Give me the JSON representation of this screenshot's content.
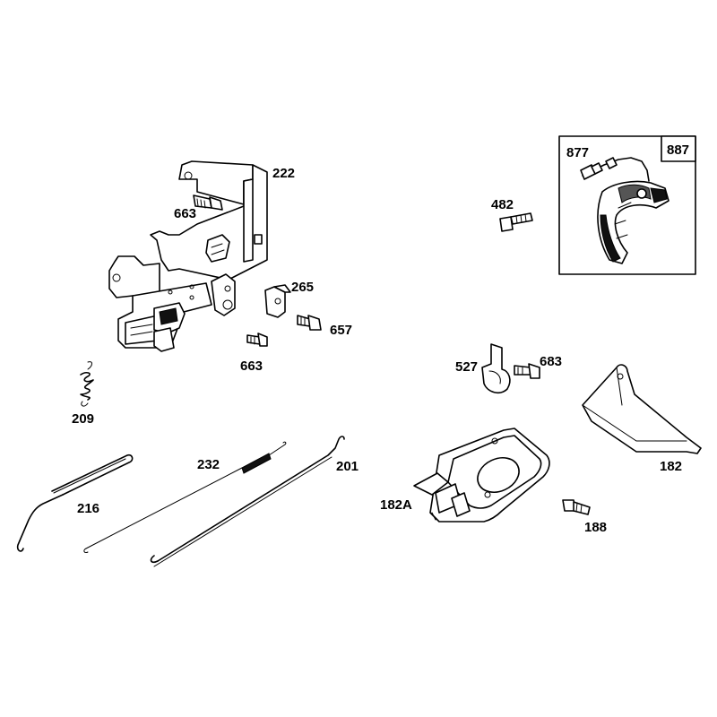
{
  "parts": {
    "p222": "222",
    "p663a": "663",
    "p265": "265",
    "p657": "657",
    "p663b": "663",
    "p209": "209",
    "p232": "232",
    "p201": "201",
    "p216": "216",
    "p482": "482",
    "p877": "877",
    "p887": "887",
    "p527": "527",
    "p683": "683",
    "p182": "182",
    "p182A": "182A",
    "p188": "188"
  }
}
